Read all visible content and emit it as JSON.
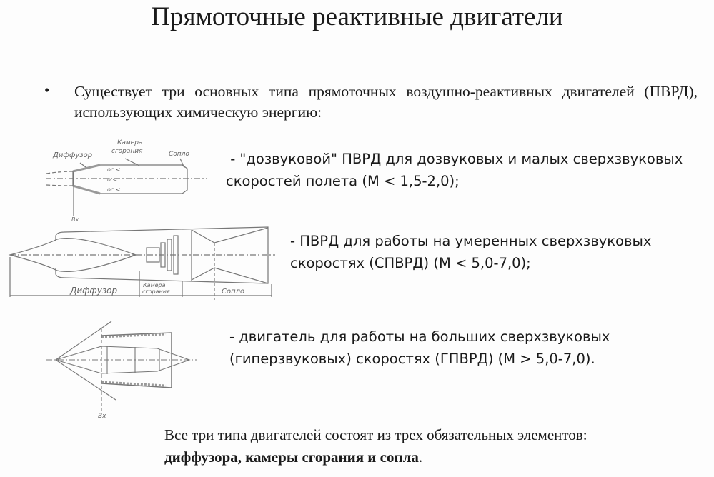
{
  "title": "Прямоточные реактивные двигатели",
  "bullet": {
    "marker": "•",
    "text": "Существует три основных типа прямоточных воздушно-реактивных двигателей (ПВРД), использующих химическую энергию:"
  },
  "types": [
    {
      "line1": " - \"дозвуковой\" ПВРД для дозвуковых и малых сверхзвуковых",
      "line2": "скоростей полета (М < 1,5-2,0);"
    },
    {
      "line1": "- ПВРД для работы на умеренных сверхзвуковых",
      "line2": "скоростях (СПВРД) (М < 5,0-7,0);"
    },
    {
      "line1": "- двигатель для работы на больших сверхзвуковых",
      "line2": "(гиперзвуковых) скоростях (ГПВРД) (М > 5,0-7,0)."
    }
  ],
  "diagram_labels": {
    "diffuser": "Диффузор",
    "chamber_1": "Камера",
    "chamber_2": "сгорания",
    "nozzle": "Сопло",
    "inlet": "Вх"
  },
  "footer": {
    "line1": "Все три типа двигателей состоят из трех обязательных элементов:",
    "line2_bold": "диффузора, камеры сгорания и сопла",
    "line2_end": "."
  }
}
